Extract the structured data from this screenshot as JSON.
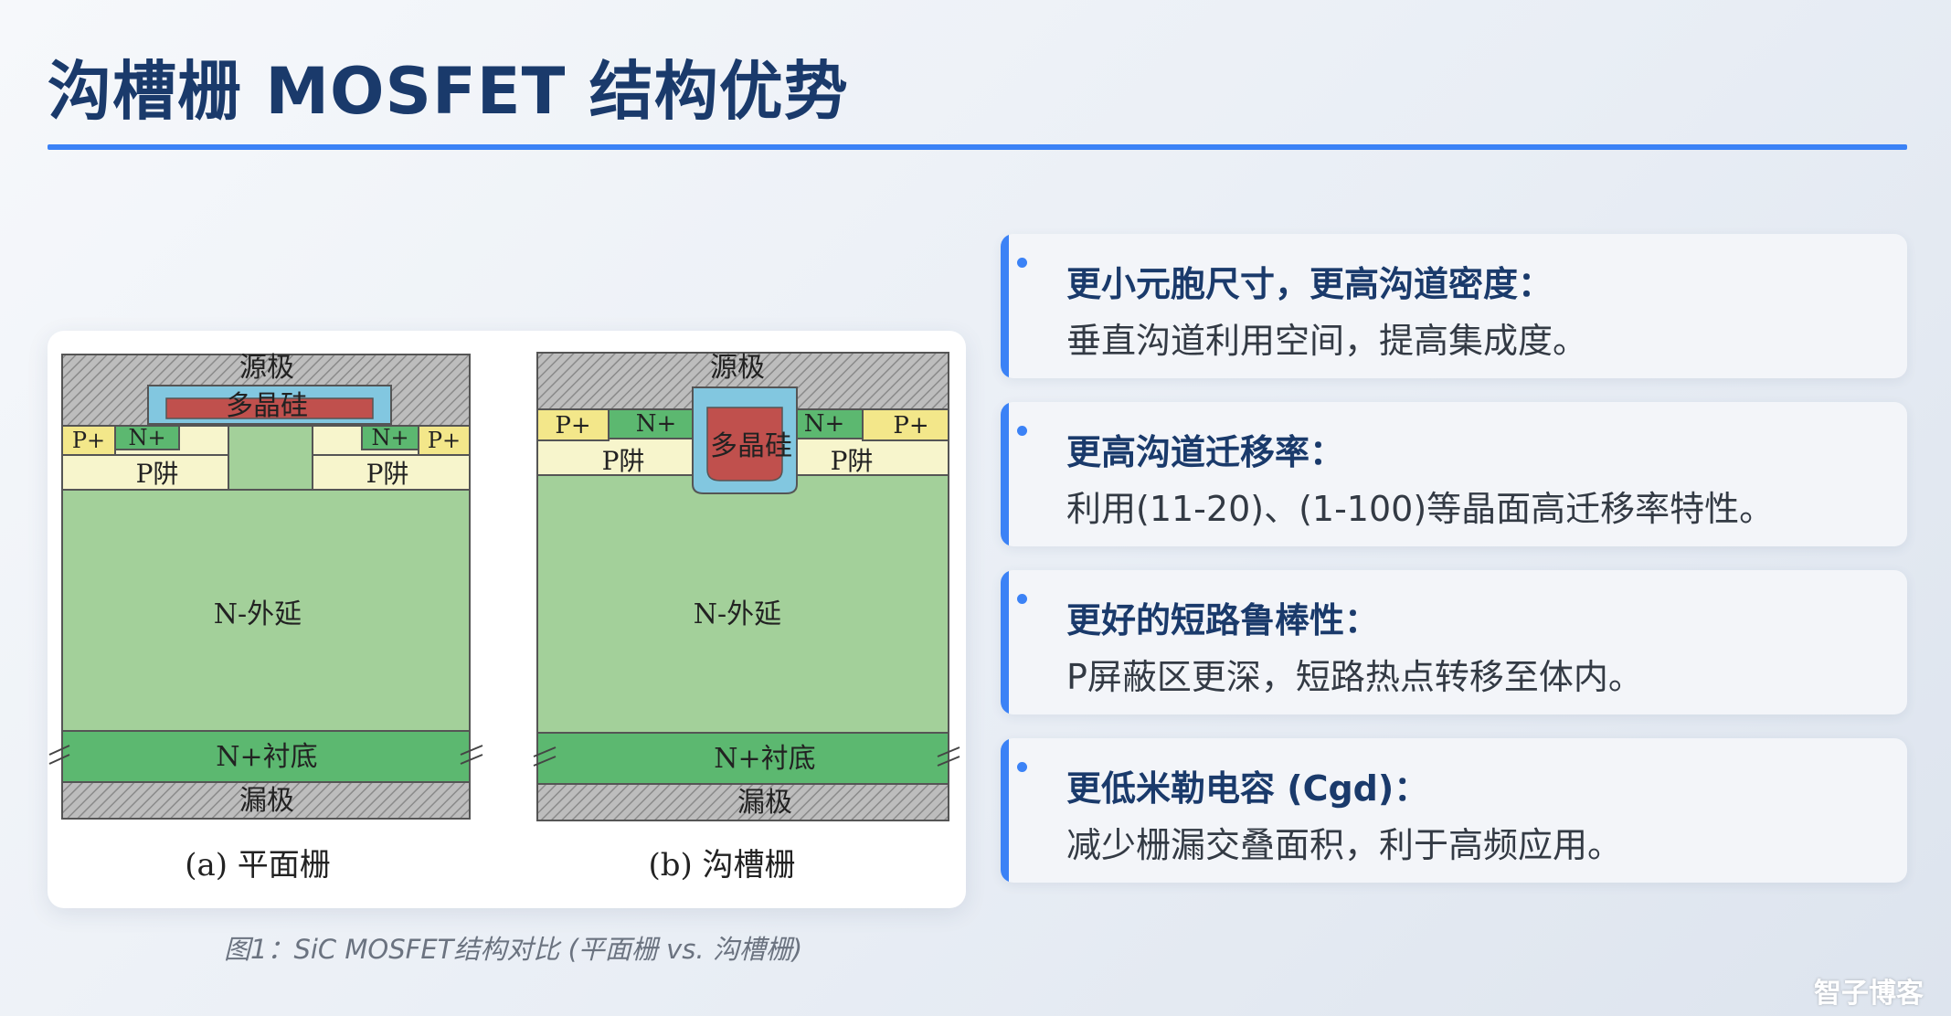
{
  "title": "沟槽栅 MOSFET 结构优势",
  "diagram": {
    "planar": {
      "source": "源极",
      "poly": "多晶硅",
      "p_plus_left": "P+",
      "n_plus_left": "N+",
      "n_plus_right": "N+",
      "p_plus_right": "P+",
      "p_well_left": "P阱",
      "p_well_right": "P阱",
      "epi": "N-外延",
      "substrate": "N+衬底",
      "drain": "漏极",
      "label": "(a) 平面栅"
    },
    "trench": {
      "source": "源极",
      "poly": "多晶硅",
      "p_plus_left": "P+",
      "n_plus_left": "N+",
      "n_plus_right": "N+",
      "p_plus_right": "P+",
      "p_well_left": "P阱",
      "p_well_right": "P阱",
      "epi": "N-外延",
      "substrate": "N+衬底",
      "drain": "漏极",
      "label": "(b) 沟槽栅"
    }
  },
  "caption": "图1：SiC MOSFET结构对比 (平面栅 vs. 沟槽栅)",
  "cards": [
    {
      "title": "更小元胞尺寸，更高沟道密度：",
      "desc": "垂直沟道利用空间，提高集成度。"
    },
    {
      "title": "更高沟道迁移率：",
      "desc": "利用(11-20)、(1-100)等晶面高迁移率特性。"
    },
    {
      "title": "更好的短路鲁棒性：",
      "desc": "P屏蔽区更深，短路热点转移至体内。"
    },
    {
      "title": "更低米勒电容 (Cgd)：",
      "desc": "减少栅漏交叠面积，利于高频应用。"
    }
  ],
  "watermark": "智子博客",
  "colors": {
    "accent": "#3b82f6",
    "title": "#1a3a6b",
    "epi": "#a3d09a",
    "substrate": "#5cb870",
    "p_plus": "#f3e78a",
    "p_well": "#f7f5cc",
    "poly": "#c0504d",
    "oxide": "#82c7e0"
  }
}
